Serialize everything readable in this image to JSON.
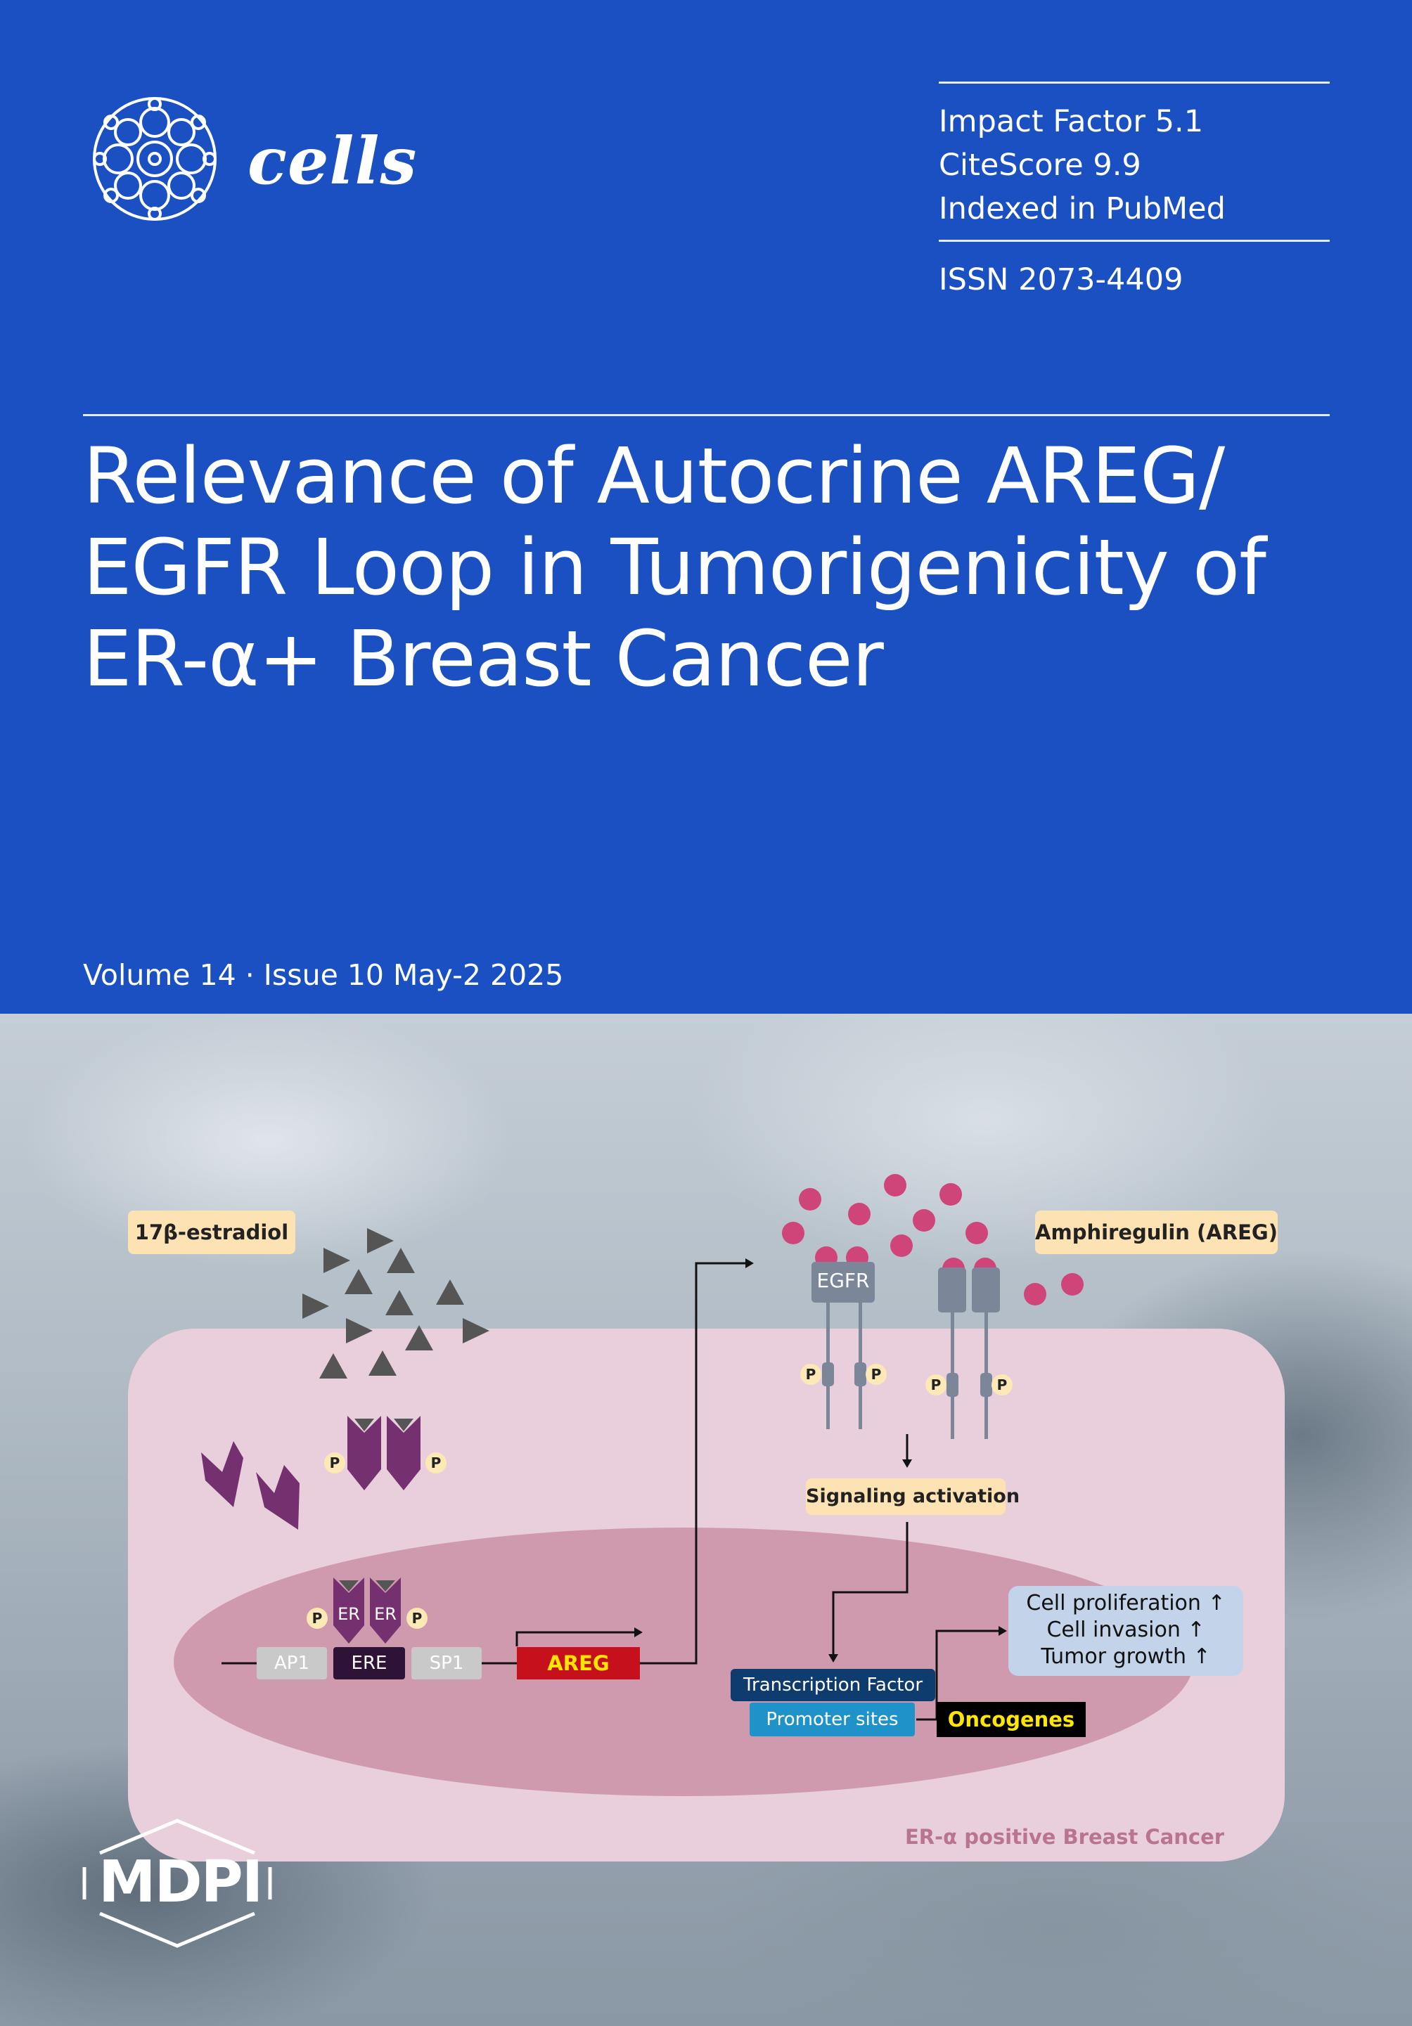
{
  "journal": {
    "name": "cells",
    "logo_icon": "cell-cluster-icon",
    "metrics": [
      "Impact Factor 5.1",
      "CiteScore 9.9",
      "Indexed in PubMed"
    ],
    "issn": "ISSN 2073-4409"
  },
  "article": {
    "title_lines": [
      "Relevance of Autocrine AREG/",
      "EGFR Loop in Tumorigenicity of",
      "ER-α+ Breast Cancer"
    ]
  },
  "issue": {
    "volume_line": "Volume 14 · Issue 10 May-2 2025"
  },
  "figure": {
    "estradiol": "17β-estradiol",
    "areg_label": "Amphiregulin (AREG)",
    "egfr": "EGFR",
    "p": "P",
    "er": "ER",
    "signaling": "Signaling activation",
    "ap1": "AP1",
    "ere": "ERE",
    "sp1": "SP1",
    "areg_gene": "AREG",
    "tf": "Transcription Factor",
    "promoter": "Promoter sites",
    "oncogenes": "Oncogenes",
    "outcomes": [
      "Cell proliferation ↑",
      "Cell invasion ↑",
      "Tumor growth ↑"
    ],
    "caption": "ER-α positive Breast Cancer"
  },
  "publisher": {
    "name": "MDPI"
  },
  "colors": {
    "cover_blue": "#1a50c2",
    "cell_pink": "#e9cfdb",
    "nucleus_pink": "#cf9aae",
    "ligand_magenta": "#cf4479",
    "er_purple": "#74306f"
  }
}
